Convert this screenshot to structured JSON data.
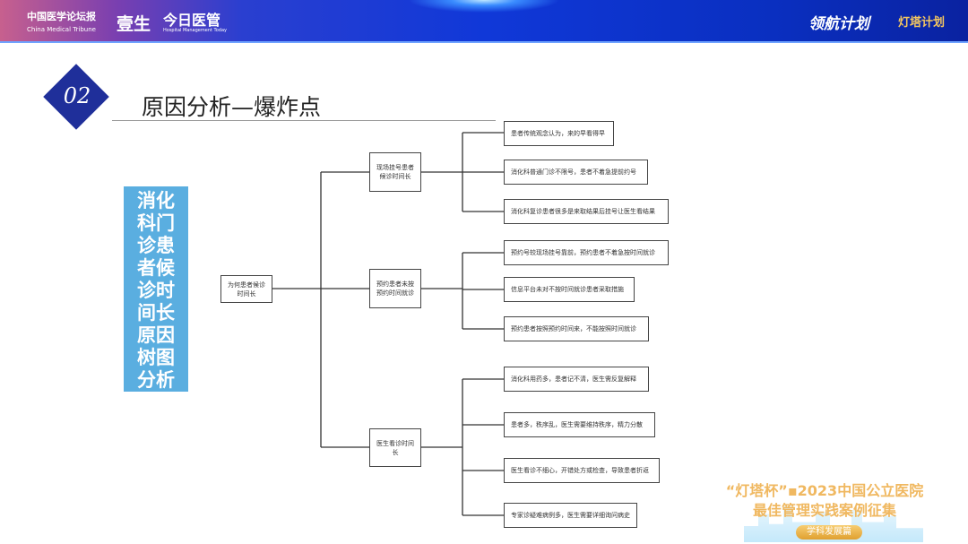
{
  "header": {
    "logo1": "中国医学论坛报",
    "logo1_en": "China Medical Tribune",
    "logo2": "壹生",
    "logo3": "今日医管",
    "logo3_en": "Hospital Management Today",
    "logo4": "领航计划",
    "logo5": "灯塔计划"
  },
  "section": {
    "number": "02",
    "title": "原因分析—爆炸点"
  },
  "side_title": [
    "消化",
    "科门",
    "诊患",
    "者候",
    "诊时",
    "间长",
    "原因",
    "树图",
    "分析"
  ],
  "tree": {
    "root": "为何患者候诊时间长",
    "branches": [
      {
        "label": "现场挂号患者候诊时间长",
        "leaves": [
          "患者传统观念认为，来的早看得早",
          "消化科普通门诊不限号，患者不着急提前约号",
          "消化科复诊患者很多是来取结果后挂号让医生看结果"
        ]
      },
      {
        "label": "预约患者未按预约时间就诊",
        "leaves": [
          "预约号较现场挂号靠前，预约患者不着急按时间就诊",
          "信息平台未对不按时间就诊患者采取措施",
          "预约患者按照预约时间来，不能按照时间就诊"
        ]
      },
      {
        "label": "医生看诊时间长",
        "leaves": [
          "消化科用药多，患者记不清，医生需反复解释",
          "患者多，秩序乱，医生需要维持秩序，精力分散",
          "医生看诊不细心，开错处方或检查，导致患者折返",
          "专家诊疑难病例多，医生需要详细询问病史"
        ]
      }
    ]
  },
  "footer": {
    "line1": "“灯塔杯”▪2023中国公立医院",
    "line2": "最佳管理实践案例征集",
    "badge": "学科发展篇"
  }
}
